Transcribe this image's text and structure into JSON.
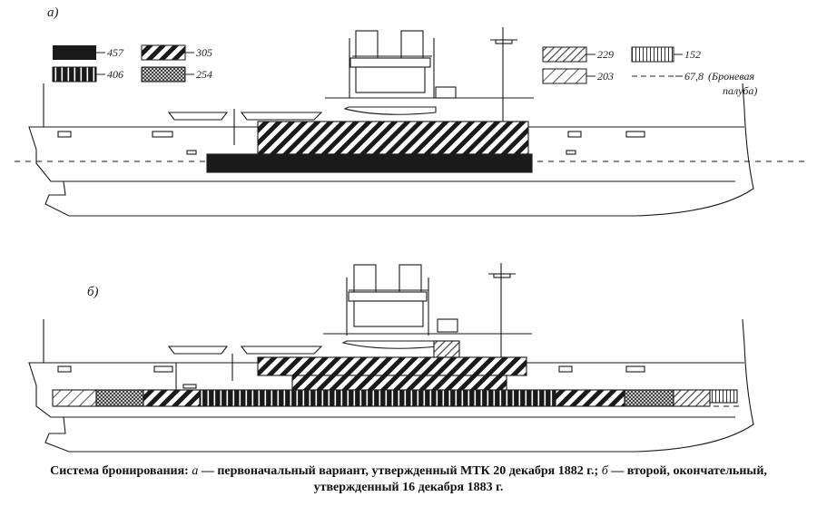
{
  "view_labels": {
    "a": "а)",
    "b": "б)"
  },
  "legend": [
    {
      "id": "l457",
      "label": "457",
      "pattern": "solid"
    },
    {
      "id": "l406",
      "label": "406",
      "pattern": "vertical"
    },
    {
      "id": "l305",
      "label": "305",
      "pattern": "diag-heavy"
    },
    {
      "id": "l254",
      "label": "254",
      "pattern": "crosshatch"
    },
    {
      "id": "l229",
      "label": "229",
      "pattern": "diag-light"
    },
    {
      "id": "l203",
      "label": "203",
      "pattern": "diag-light-sparse"
    },
    {
      "id": "l152",
      "label": "152",
      "pattern": "vertical-light"
    },
    {
      "id": "l678",
      "label": "67,8",
      "pattern": "dashed-line",
      "note_line1": "(Броневая",
      "note_line2": "палуба)"
    }
  ],
  "caption": {
    "line1_prefix": "Система бронирования:",
    "a_letter": "а",
    "a_text": "— первоначальный вариант, утвержденный МТК 20 декабря 1882 г.;",
    "b_letter": "б",
    "b_text": "— второй, окончательный,",
    "line2": "утвержденный 16 декабря 1883 г."
  },
  "colors": {
    "ink": "#1a1a1a",
    "paper": "#ffffff"
  }
}
